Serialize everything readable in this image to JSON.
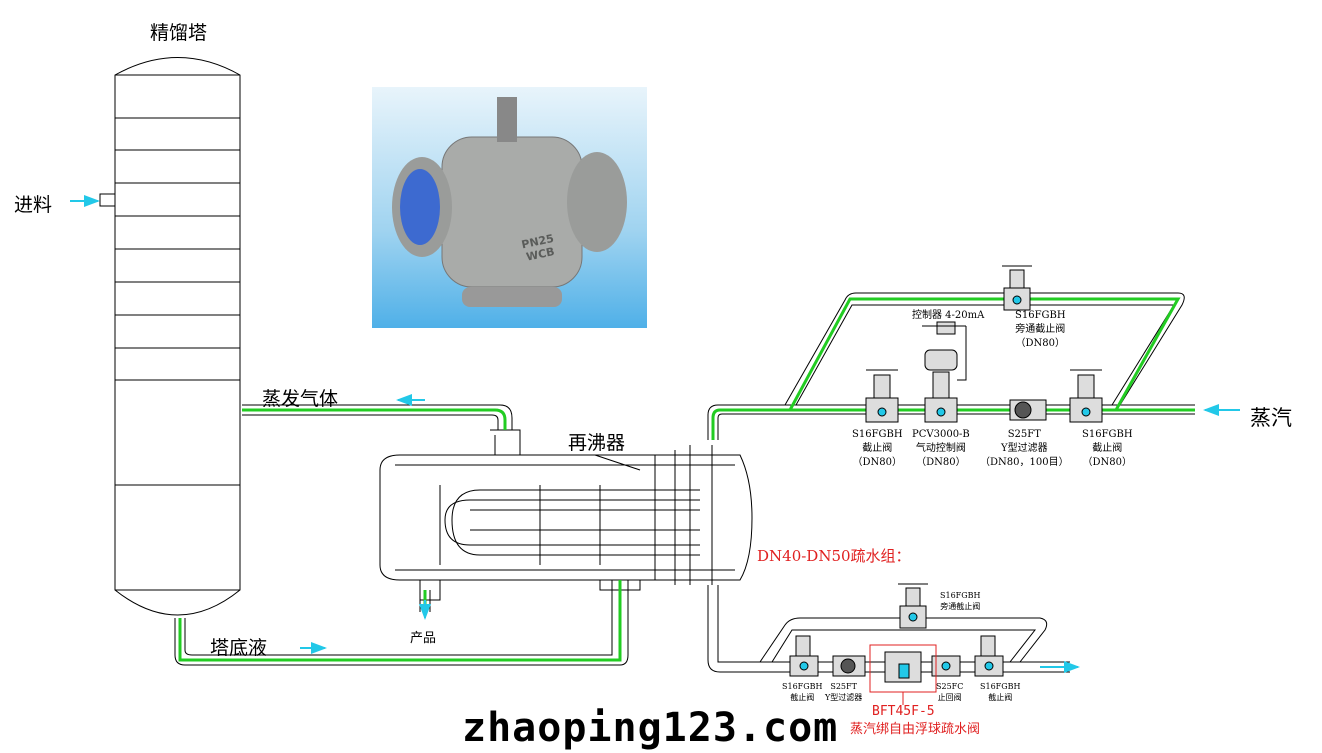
{
  "title": "精馏塔",
  "labels": {
    "feed": "进料",
    "vapor": "蒸发气体",
    "reboiler": "再沸器",
    "bottoms": "塔底液",
    "product": "产品",
    "steam": "蒸汽"
  },
  "steam_line": {
    "controller": "控制器 4-20mA",
    "bypass": {
      "model": "S16FGBH",
      "name": "旁通截止阀",
      "size": "（DN80）"
    },
    "valves": [
      {
        "model": "S16FGBH",
        "name": "截止阀",
        "size": "（DN80）"
      },
      {
        "model": "PCV3000-B",
        "name": "气动控制阀",
        "size": "（DN80）"
      },
      {
        "model": "S25FT",
        "name": "Y型过滤器",
        "size": "（DN80，100目）"
      },
      {
        "model": "S16FGBH",
        "name": "截止阀",
        "size": "（DN80）"
      }
    ]
  },
  "drain_group": {
    "title": "DN40-DN50疏水组：",
    "bypass": {
      "model": "S16FGBH",
      "name": "旁通截止阀"
    },
    "valves": [
      {
        "model": "S16FGBH",
        "name": "截止阀"
      },
      {
        "model": "S25FT",
        "name": "Y型过滤器"
      },
      {
        "model": "S25FC",
        "name": "止回阀"
      },
      {
        "model": "S16FGBH",
        "name": "截止阀"
      }
    ],
    "trap": {
      "model": "BFT45F-5",
      "name": "蒸汽绑自由浮球疏水阀"
    }
  },
  "photo_marking": "PN25 WCB",
  "watermark": "zhaoping123.com",
  "colors": {
    "pipe_green": "#22cc22",
    "arrow_cyan": "#22c8e8",
    "red": "#e02020"
  }
}
